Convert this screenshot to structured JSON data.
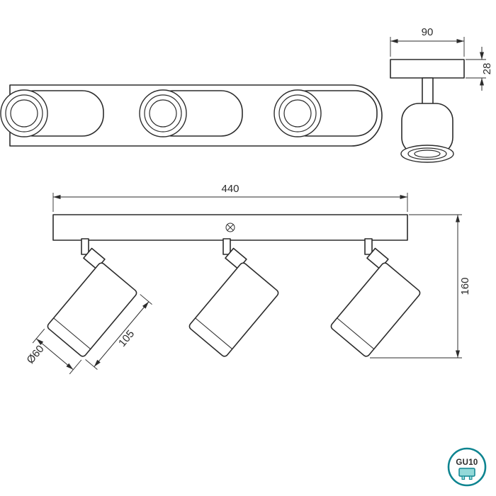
{
  "dims": {
    "plate_width": "90",
    "plate_thickness": "28",
    "bar_length": "440",
    "fixture_height": "160",
    "spot_length": "105",
    "spot_diameter": "Ø60"
  },
  "badge": {
    "label": "GU10"
  },
  "colors": {
    "line": "#2b2b2b",
    "teal": "#0e8490",
    "teal_light": "#93d9d9",
    "background": "#ffffff"
  }
}
